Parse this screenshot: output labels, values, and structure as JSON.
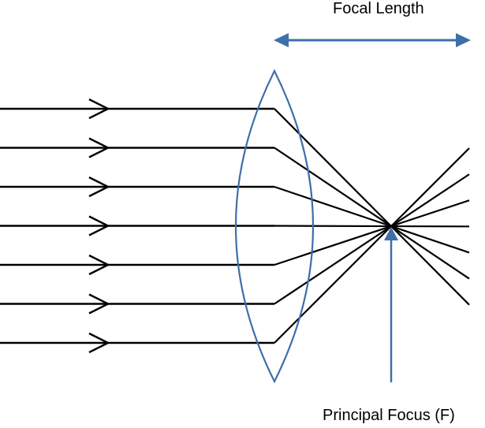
{
  "labels": {
    "focal_length": "Focal Length",
    "principal_focus": "Principal Focus (F)"
  },
  "colors": {
    "ray": "#000000",
    "lens": "#3f6fa8",
    "annotation": "#3f6fa8",
    "background": "#ffffff"
  },
  "diagram": {
    "type": "convex-lens-ray-diagram",
    "incoming_ray_count": 7,
    "rays_converge_at": "principal focus",
    "incoming_rays_have_direction_arrows": true,
    "focal_length_arrow": "double-headed",
    "principal_focus_pointer": "arrow pointing up to focus"
  }
}
